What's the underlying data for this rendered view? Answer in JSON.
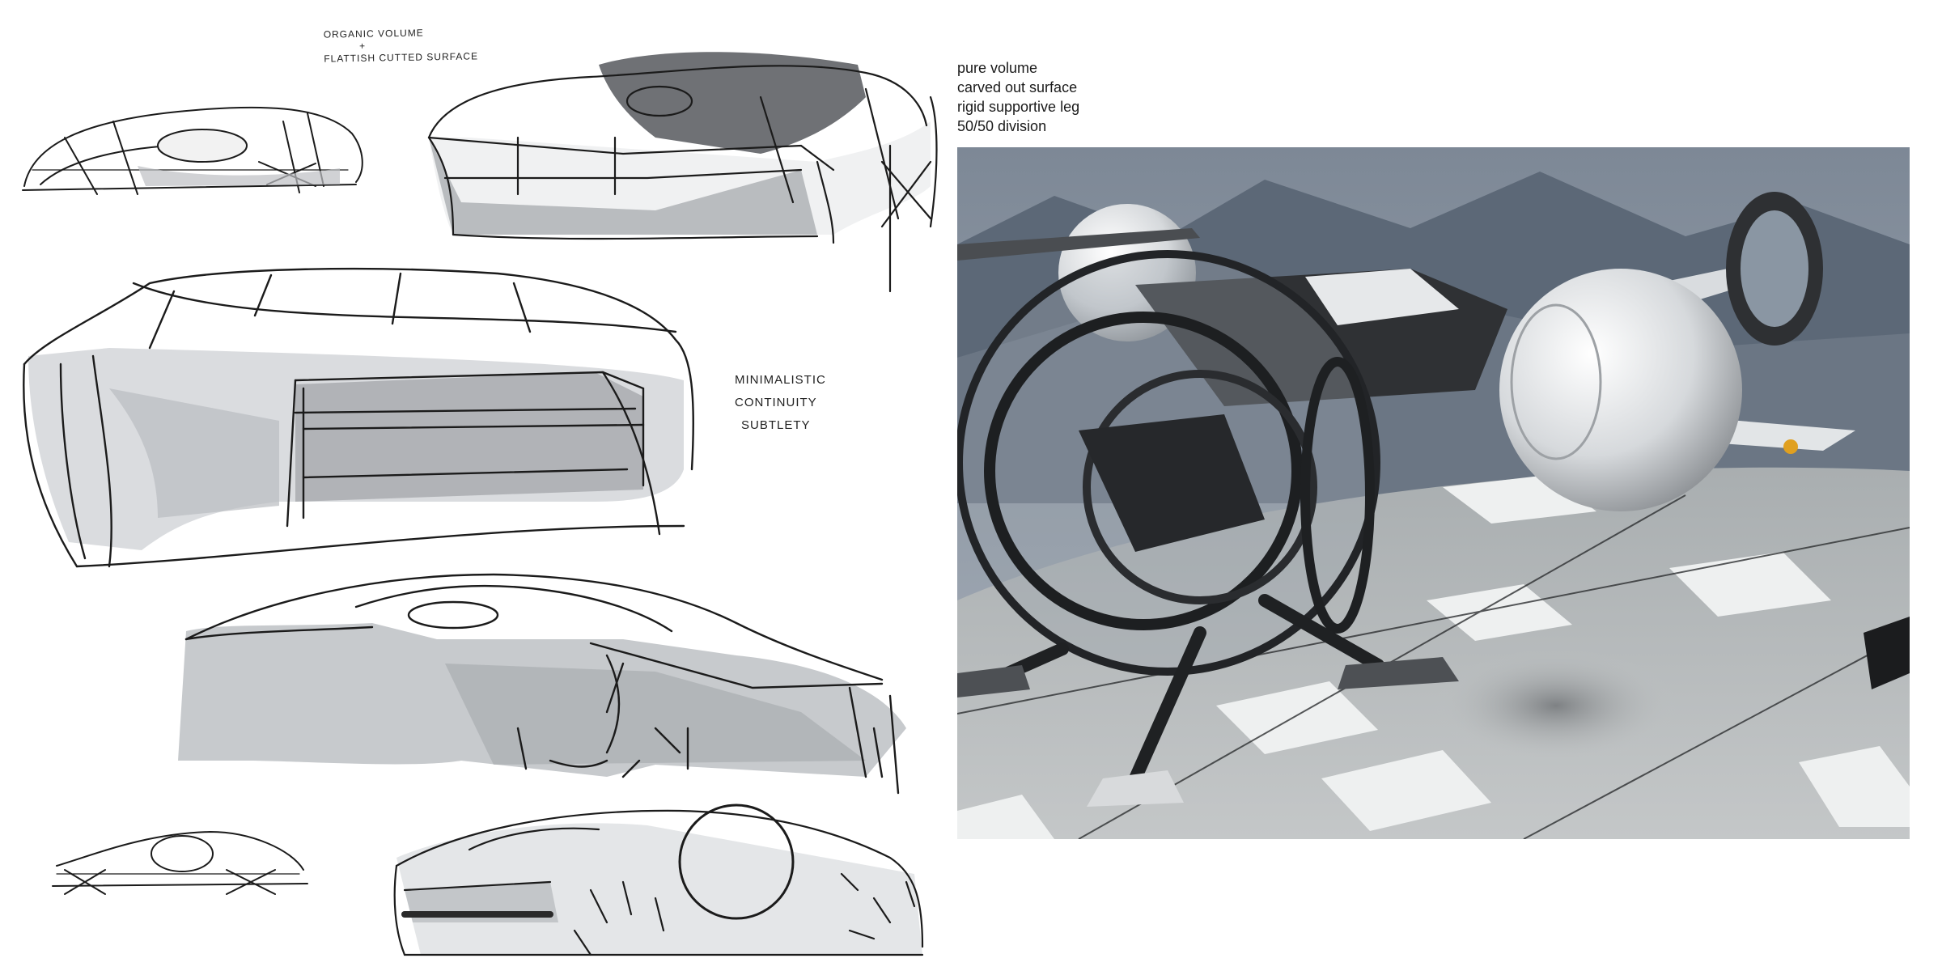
{
  "notes": {
    "sketch_note_top": [
      "ORGANIC VOLUME",
      "+",
      "FLATTISH CUTTED SURFACE"
    ],
    "sketch_note_mid": [
      "MINIMALISTIC",
      "CONTINUITY",
      "SUBTLETY"
    ],
    "render_caption": [
      "pure volume",
      "carved out surface",
      "rigid supportive leg",
      "50/50 division"
    ]
  },
  "colors": {
    "ink": "#1b1b1b",
    "marker_grey": "#c9ccd1",
    "marker_dark": "#7a7c80",
    "sky": "#8f9aa6",
    "mountain": "#5b6775",
    "pad": "#b8bcbc",
    "pad_tile": "#eef0f0",
    "hull_white": "#e6e8ea"
  },
  "figures": {
    "sketches": [
      "car-sketch-1",
      "car-sketch-2",
      "car-sketch-3",
      "car-sketch-4",
      "car-sketch-5",
      "car-sketch-6"
    ],
    "render": "bubble-ship-render"
  }
}
